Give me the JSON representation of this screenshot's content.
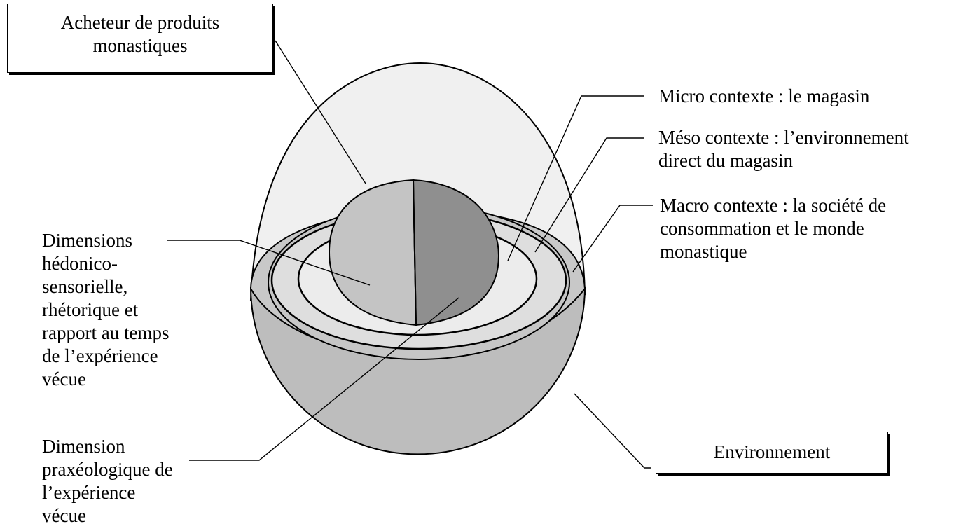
{
  "labels": {
    "acheteur": [
      "Acheteur de produits",
      "monastiques"
    ],
    "micro": [
      "Micro contexte : le magasin"
    ],
    "meso": [
      "Méso contexte : l’environnement",
      "direct du magasin"
    ],
    "macro": [
      "Macro contexte : la société de",
      "consommation et le monde",
      "monastique"
    ],
    "hedonico": [
      "Dimensions",
      "hédonico-",
      "sensorielle,",
      "rhétorique et",
      "rapport au temps",
      "de l’expérience",
      "vécue"
    ],
    "praxeo": [
      "Dimension",
      "praxéologique de",
      "l’expérience",
      "vécue"
    ],
    "environnement": [
      "Environnement"
    ]
  },
  "colors": {
    "outer_shell": "#efefef",
    "bowl": "#bdbdbd",
    "ring_outer": "#c8c8c8",
    "ring_mid": "#dedede",
    "ring_inner": "#ececec",
    "sphere_light": "#c4c4c4",
    "sphere_dark": "#8f8f8f"
  }
}
